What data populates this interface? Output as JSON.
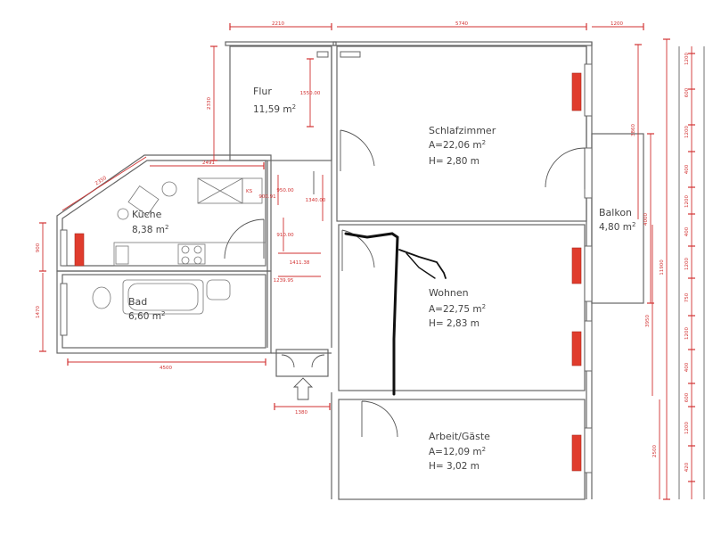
{
  "rooms": {
    "flur": {
      "name": "Flur",
      "area": "11,59 m",
      "sup": "2"
    },
    "schlafzimmer": {
      "name": "Schlafzimmer",
      "area": "A=22,06 m",
      "sup": "2",
      "height": "H=  2,80 m"
    },
    "kueche": {
      "name": "Küche",
      "area": "8,38 m",
      "sup": "2",
      "ks": "KS"
    },
    "balkon": {
      "name": "Balkon",
      "area": "4,80 m",
      "sup": "2"
    },
    "bad": {
      "name": "Bad",
      "area": "6,60 m",
      "sup": "2"
    },
    "wohnen": {
      "name": "Wohnen",
      "area": "A=22,75 m",
      "sup": "2",
      "height": "H=  2,83 m"
    },
    "arbeit": {
      "name": "Arbeit/Gäste",
      "area": "A=12,09 m",
      "sup": "2",
      "height": "H=  3,02 m"
    }
  },
  "dimensions": {
    "top_flur": "2210",
    "top_schlaf": "5740",
    "top_balkon": "1200",
    "flur_left": "2330",
    "flur_inner": "1550.00",
    "kitchen_top": "2491",
    "kitchen_diag": "2350",
    "kitchen_950": "950.00",
    "kitchen_900": "900.91",
    "kitchen_1340": "1340.00",
    "kitchen_910": "910.00",
    "kitchen_1411": "1411.38",
    "bath_1239": "1239.95",
    "left_900": "900",
    "left_1470": "1470",
    "bottom_4500": "4500",
    "bottom_1380": "1380",
    "right_3860": "3860",
    "right_4000": "4000",
    "right_11900": "11900",
    "right_3950": "3950",
    "right_2500": "2500",
    "ruler": [
      "1200",
      "600",
      "1200",
      "400",
      "1200",
      "400",
      "1200",
      "750",
      "1200",
      "400",
      "600",
      "1200",
      "420"
    ]
  }
}
